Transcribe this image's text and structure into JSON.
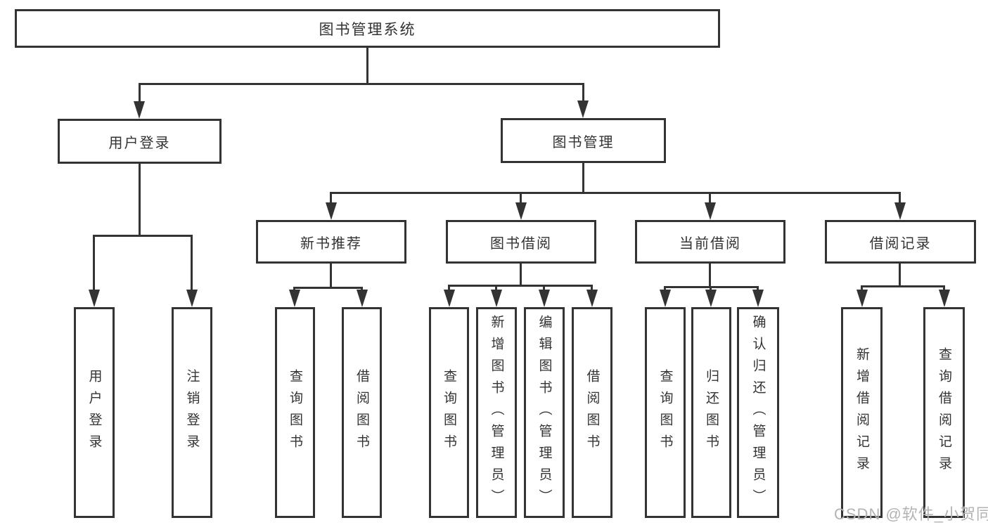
{
  "colors": {
    "line": "#333333",
    "text": "#333333",
    "box_background": "#ffffff",
    "page_background": "#ffffff",
    "watermark": "#b3b3b3"
  },
  "watermark": {
    "text": "CSDN @软件_小贺同学"
  },
  "diagram": {
    "root": {
      "label": "图书管理系统"
    },
    "branches": [
      {
        "label": "用户登录",
        "children": [
          {
            "label": "用户登录"
          },
          {
            "label": "注销登录"
          }
        ]
      },
      {
        "label": "图书管理",
        "children": [
          {
            "label": "新书推荐",
            "children": [
              {
                "label": "查询图书"
              },
              {
                "label": "借阅图书"
              }
            ]
          },
          {
            "label": "图书借阅",
            "children": [
              {
                "label": "查询图书"
              },
              {
                "label": "新增图书（管理员）"
              },
              {
                "label": "编辑图书（管理员）"
              },
              {
                "label": "借阅图书"
              }
            ]
          },
          {
            "label": "当前借阅",
            "children": [
              {
                "label": "查询图书"
              },
              {
                "label": "归还图书"
              },
              {
                "label": "确认归还（管理员）"
              }
            ]
          },
          {
            "label": "借阅记录",
            "children": [
              {
                "label": "新增借阅记录"
              },
              {
                "label": "查询借阅记录"
              }
            ]
          }
        ]
      }
    ]
  }
}
